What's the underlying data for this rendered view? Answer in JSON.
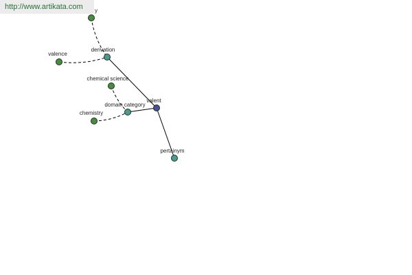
{
  "watermark": "http://www.artikata.com",
  "graph": {
    "nodes": [
      {
        "id": "y",
        "label": "y",
        "color": "#4b8a44"
      },
      {
        "id": "derivation",
        "label": "derivation",
        "color": "#4f9a90"
      },
      {
        "id": "valence",
        "label": "valence",
        "color": "#4b8a44"
      },
      {
        "id": "chemical-science",
        "label": "chemical science",
        "color": "#4b8a44"
      },
      {
        "id": "domain-category",
        "label": "domain category",
        "color": "#4f9a90"
      },
      {
        "id": "valent",
        "label": "valent",
        "color": "#4a4f9a"
      },
      {
        "id": "chemistry",
        "label": "chemistry",
        "color": "#4b8a44"
      },
      {
        "id": "pertainym",
        "label": "pertainym",
        "color": "#4f9a90"
      }
    ],
    "edges": [
      {
        "from": "y",
        "to": "derivation",
        "style": "dashed"
      },
      {
        "from": "valence",
        "to": "derivation",
        "style": "dashed"
      },
      {
        "from": "derivation",
        "to": "valent",
        "style": "solid"
      },
      {
        "from": "chemical-science",
        "to": "domain-category",
        "style": "dashed"
      },
      {
        "from": "chemistry",
        "to": "domain-category",
        "style": "dashed"
      },
      {
        "from": "domain-category",
        "to": "valent",
        "style": "solid"
      },
      {
        "from": "valent",
        "to": "pertainym",
        "style": "solid"
      }
    ]
  }
}
